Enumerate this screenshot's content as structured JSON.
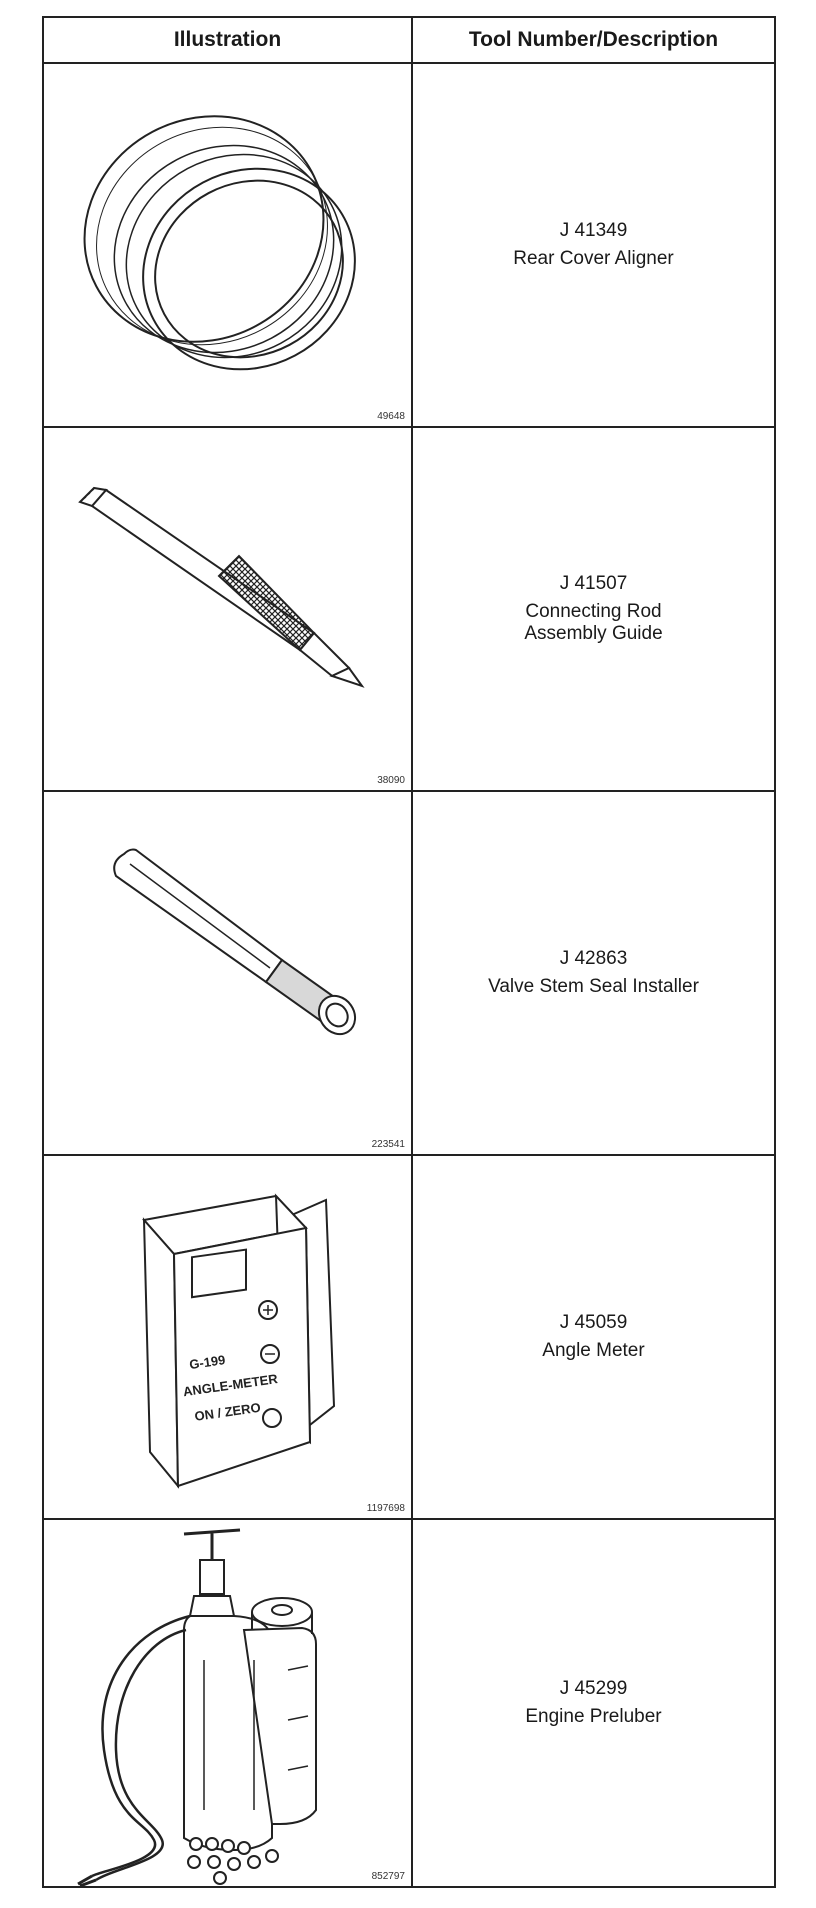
{
  "header": {
    "col1": "Illustration",
    "col2": "Tool Number/Description"
  },
  "rows": [
    {
      "fig": "49648",
      "number": "J 41349",
      "desc": "Rear Cover Aligner",
      "icon": "cover-aligner-ring-icon"
    },
    {
      "fig": "38090",
      "number": "J 41507",
      "desc": "Connecting Rod\nAssembly Guide",
      "icon": "rod-guide-pin-icon"
    },
    {
      "fig": "223541",
      "number": "J 42863",
      "desc": "Valve Stem Seal Installer",
      "icon": "seal-installer-tube-icon"
    },
    {
      "fig": "1197698",
      "number": "J 45059",
      "desc": "Angle Meter",
      "icon": "angle-meter-icon",
      "device_text": [
        "G-199",
        "ANGLE-METER",
        "ON / ZERO"
      ]
    },
    {
      "fig": "852797",
      "number": "J 45299",
      "desc": "Engine Preluber",
      "icon": "preluber-icon"
    }
  ]
}
